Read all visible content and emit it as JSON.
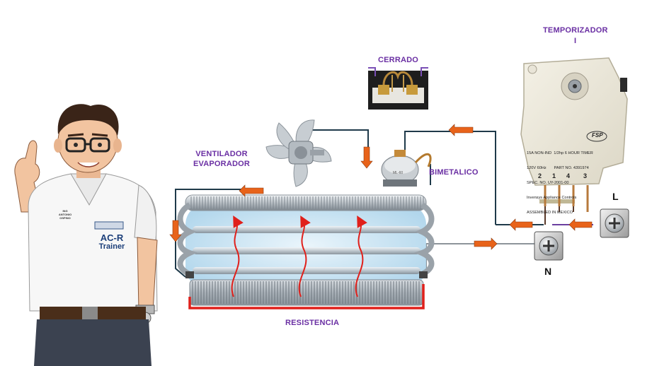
{
  "labels": {
    "temporizador": "TEMPORIZADOR",
    "temporizador_sub": "I",
    "cerrado": "CERRADO",
    "ventilador": "VENTILADOR",
    "evaporador": "EVAPORADOR",
    "bimetalico": "BIMETALICO",
    "resistencia": "RESISTENCIA",
    "terminal_l": "L",
    "terminal_n": "N"
  },
  "character": {
    "shirt_name_1": "ING",
    "shirt_name_2": "ANTONIO",
    "shirt_name_3": "OSPINO",
    "logo_line1": "AC-R",
    "logo_line2": "Trainer"
  },
  "timer": {
    "logo": "FSP",
    "line1": "15A NON-IND  1/2hp 6 HOUR TIMER",
    "line2": "120V 60Hz       PART NO. 4391974",
    "line3": "SPEC. NO. UY-2001-00",
    "line4": "Invensys Appliance Controls",
    "line5": "ASSEMBLED IN MEXICO",
    "term1": "2",
    "term2": "1",
    "term3": "4",
    "term4": "3"
  },
  "colors": {
    "label": "#6a2fa3",
    "arrow": "#e8631a",
    "wire": "#1f3a4a",
    "heater": "#e0201b",
    "wire_l": "#6b3fa0"
  }
}
